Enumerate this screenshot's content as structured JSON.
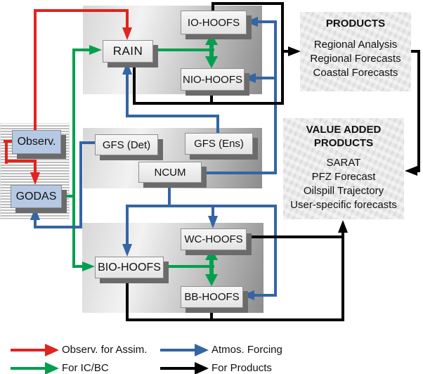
{
  "colors": {
    "red": "#e2231e",
    "green": "#00a04e",
    "blue": "#3465a4",
    "black": "#000000",
    "blue_node_fill": "#b5c9e4"
  },
  "nodes": {
    "rain": {
      "label": "RAIN"
    },
    "io_hoofs": {
      "label": "IO-HOOFS"
    },
    "nio_hoofs": {
      "label": "NIO-HOOFS"
    },
    "gfs_det": {
      "label": "GFS (Det)"
    },
    "gfs_ens": {
      "label": "GFS (Ens)"
    },
    "ncum": {
      "label": "NCUM"
    },
    "observ": {
      "label": "Observ."
    },
    "godas": {
      "label": "GODAS"
    },
    "bio_hoofs": {
      "label": "BIO-HOOFS"
    },
    "wc_hoofs": {
      "label": "WC-HOOFS"
    },
    "bb_hoofs": {
      "label": "BB-HOOFS"
    }
  },
  "products": {
    "title": "PRODUCTS",
    "items": [
      "Regional Analysis",
      "Regional Forecasts",
      "Coastal Forecasts"
    ]
  },
  "value_added": {
    "title": "VALUE ADDED PRODUCTS",
    "items": [
      "SARAT",
      "PFZ Forecast",
      "Oilspill Trajectory",
      "User-specific forecasts"
    ]
  },
  "legend": {
    "items": [
      {
        "label": "Observ. for Assim.",
        "color": "red"
      },
      {
        "label": "For IC/BC",
        "color": "green"
      },
      {
        "label": "Atmos. Forcing",
        "color": "blue"
      },
      {
        "label": "For Products",
        "color": "black"
      }
    ]
  }
}
